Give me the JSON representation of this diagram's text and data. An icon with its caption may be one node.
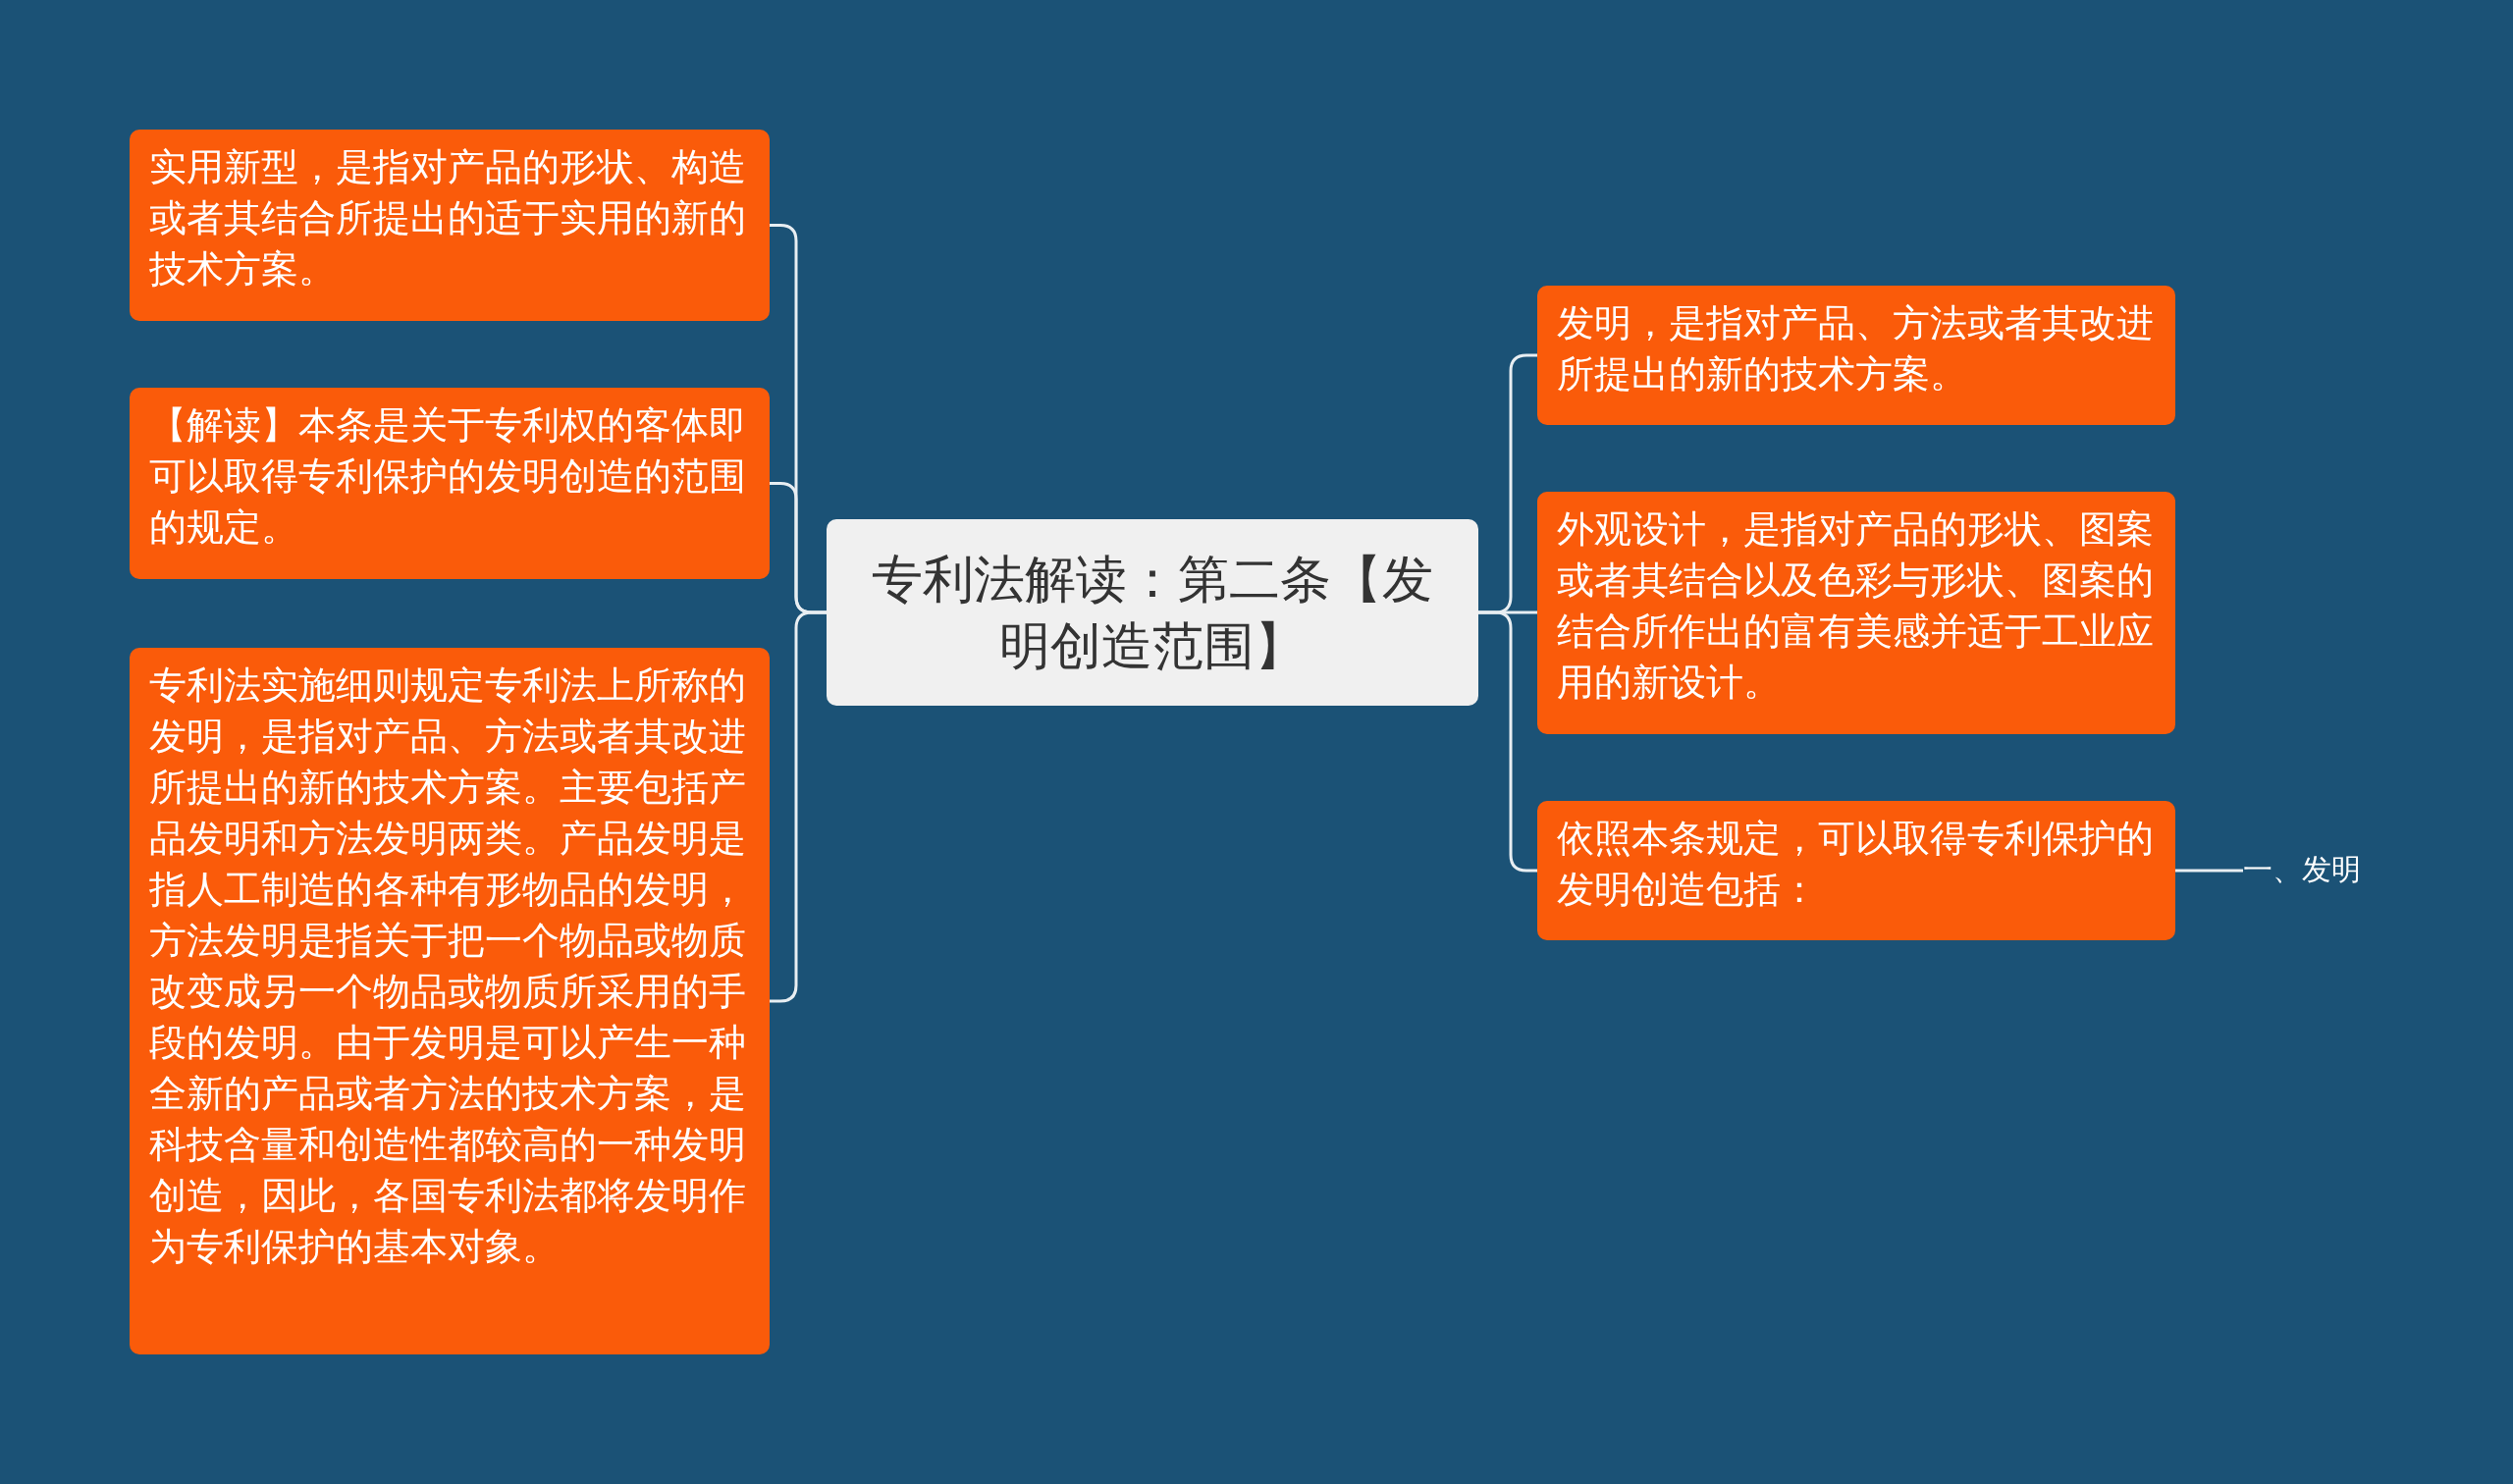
{
  "diagram": {
    "nodes": [
      {
        "text": [
          "专利法解读：第二条【发明创造范围】"
        ]
      },
      {
        "text": [
          "实用新型，是指对产品的形状、构造或者其结合所提出的适于实用的新的技术方案。"
        ]
      },
      {
        "text": [
          "【解读】本条是关于专利权的客体即可以取得专利保护的发明创造的范围的规定。"
        ]
      },
      {
        "text": [
          "专利法实施细则规定专利法上所称的发明，是指对产品、方法或者其改进所提出的新的技术方案。主要包括产品发明和方法发明两类。产品发明是指人工制造的各种有形物品的发明，方法发明是指关于把一个物品或物质改变成另一个物品或物质所采用的手段的发明。由于发明是可以产生一种全新的产品或者方法的技术方案，是科技含量和创造性都较高的一种发明创造，因此，各国专利法都将发明作为专利保护的基本对象。"
        ]
      },
      {
        "text": [
          "发明，是指对产品、方法或者其改进所提出的新的技术方案。"
        ]
      },
      {
        "text": [
          "外观设计，是指对产品的形状、图案或者其结合以及色彩与形状、图案的结合所作出的富有美感并适于工业应用的新设计。"
        ]
      },
      {
        "text": [
          "依照本条规定，可以取得专利保护的发明创造包括："
        ]
      },
      {
        "text": [
          "一、发明"
        ]
      }
    ],
    "edges": [
      {
        "from": 0,
        "to": 1,
        "arrow": "none"
      },
      {
        "from": 0,
        "to": 2,
        "arrow": "none"
      },
      {
        "from": 0,
        "to": 3,
        "arrow": "none"
      },
      {
        "from": 0,
        "to": 4,
        "arrow": "none"
      },
      {
        "from": 0,
        "to": 5,
        "arrow": "none"
      },
      {
        "from": 0,
        "to": 6,
        "arrow": "none"
      },
      {
        "from": 6,
        "to": 7,
        "arrow": "none"
      }
    ]
  }
}
